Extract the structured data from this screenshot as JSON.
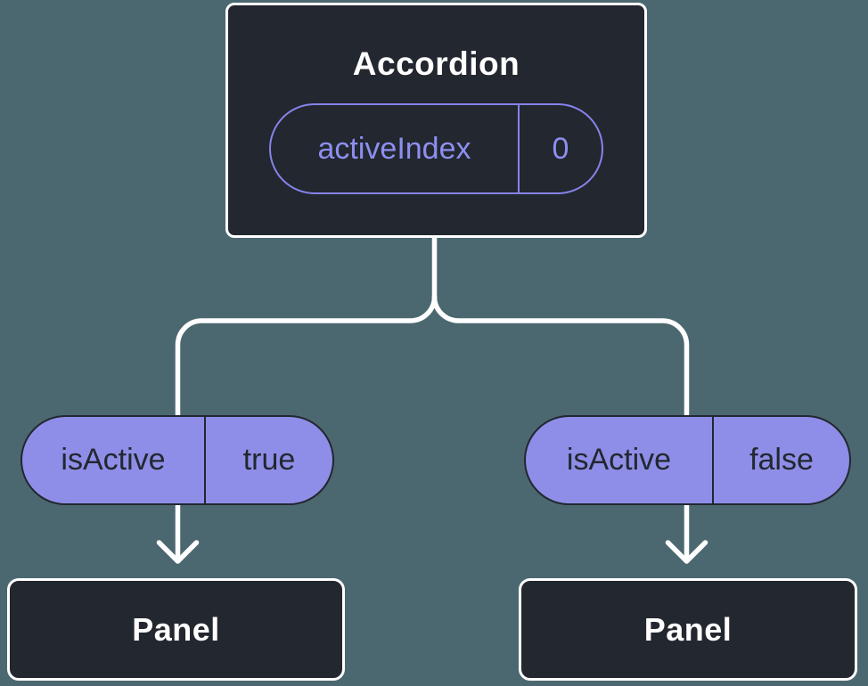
{
  "colors": {
    "background": "#4b6871",
    "node_fill": "#23272f",
    "node_border": "#ffffff",
    "pill_fill": "#8e8ee8",
    "pill_border": "#23272f",
    "outline_pill_stroke": "#8583ec",
    "state_text": "#8d8ff0",
    "connector": "#ffffff",
    "dark_text": "#23272f",
    "light_text": "#ffffff"
  },
  "root_node": {
    "title": "Accordion",
    "state_pill": {
      "name": "activeIndex",
      "value": "0"
    }
  },
  "branches": [
    {
      "prop_pill": {
        "name": "isActive",
        "value": "true"
      },
      "child_node": {
        "title": "Panel"
      }
    },
    {
      "prop_pill": {
        "name": "isActive",
        "value": "false"
      },
      "child_node": {
        "title": "Panel"
      }
    }
  ]
}
